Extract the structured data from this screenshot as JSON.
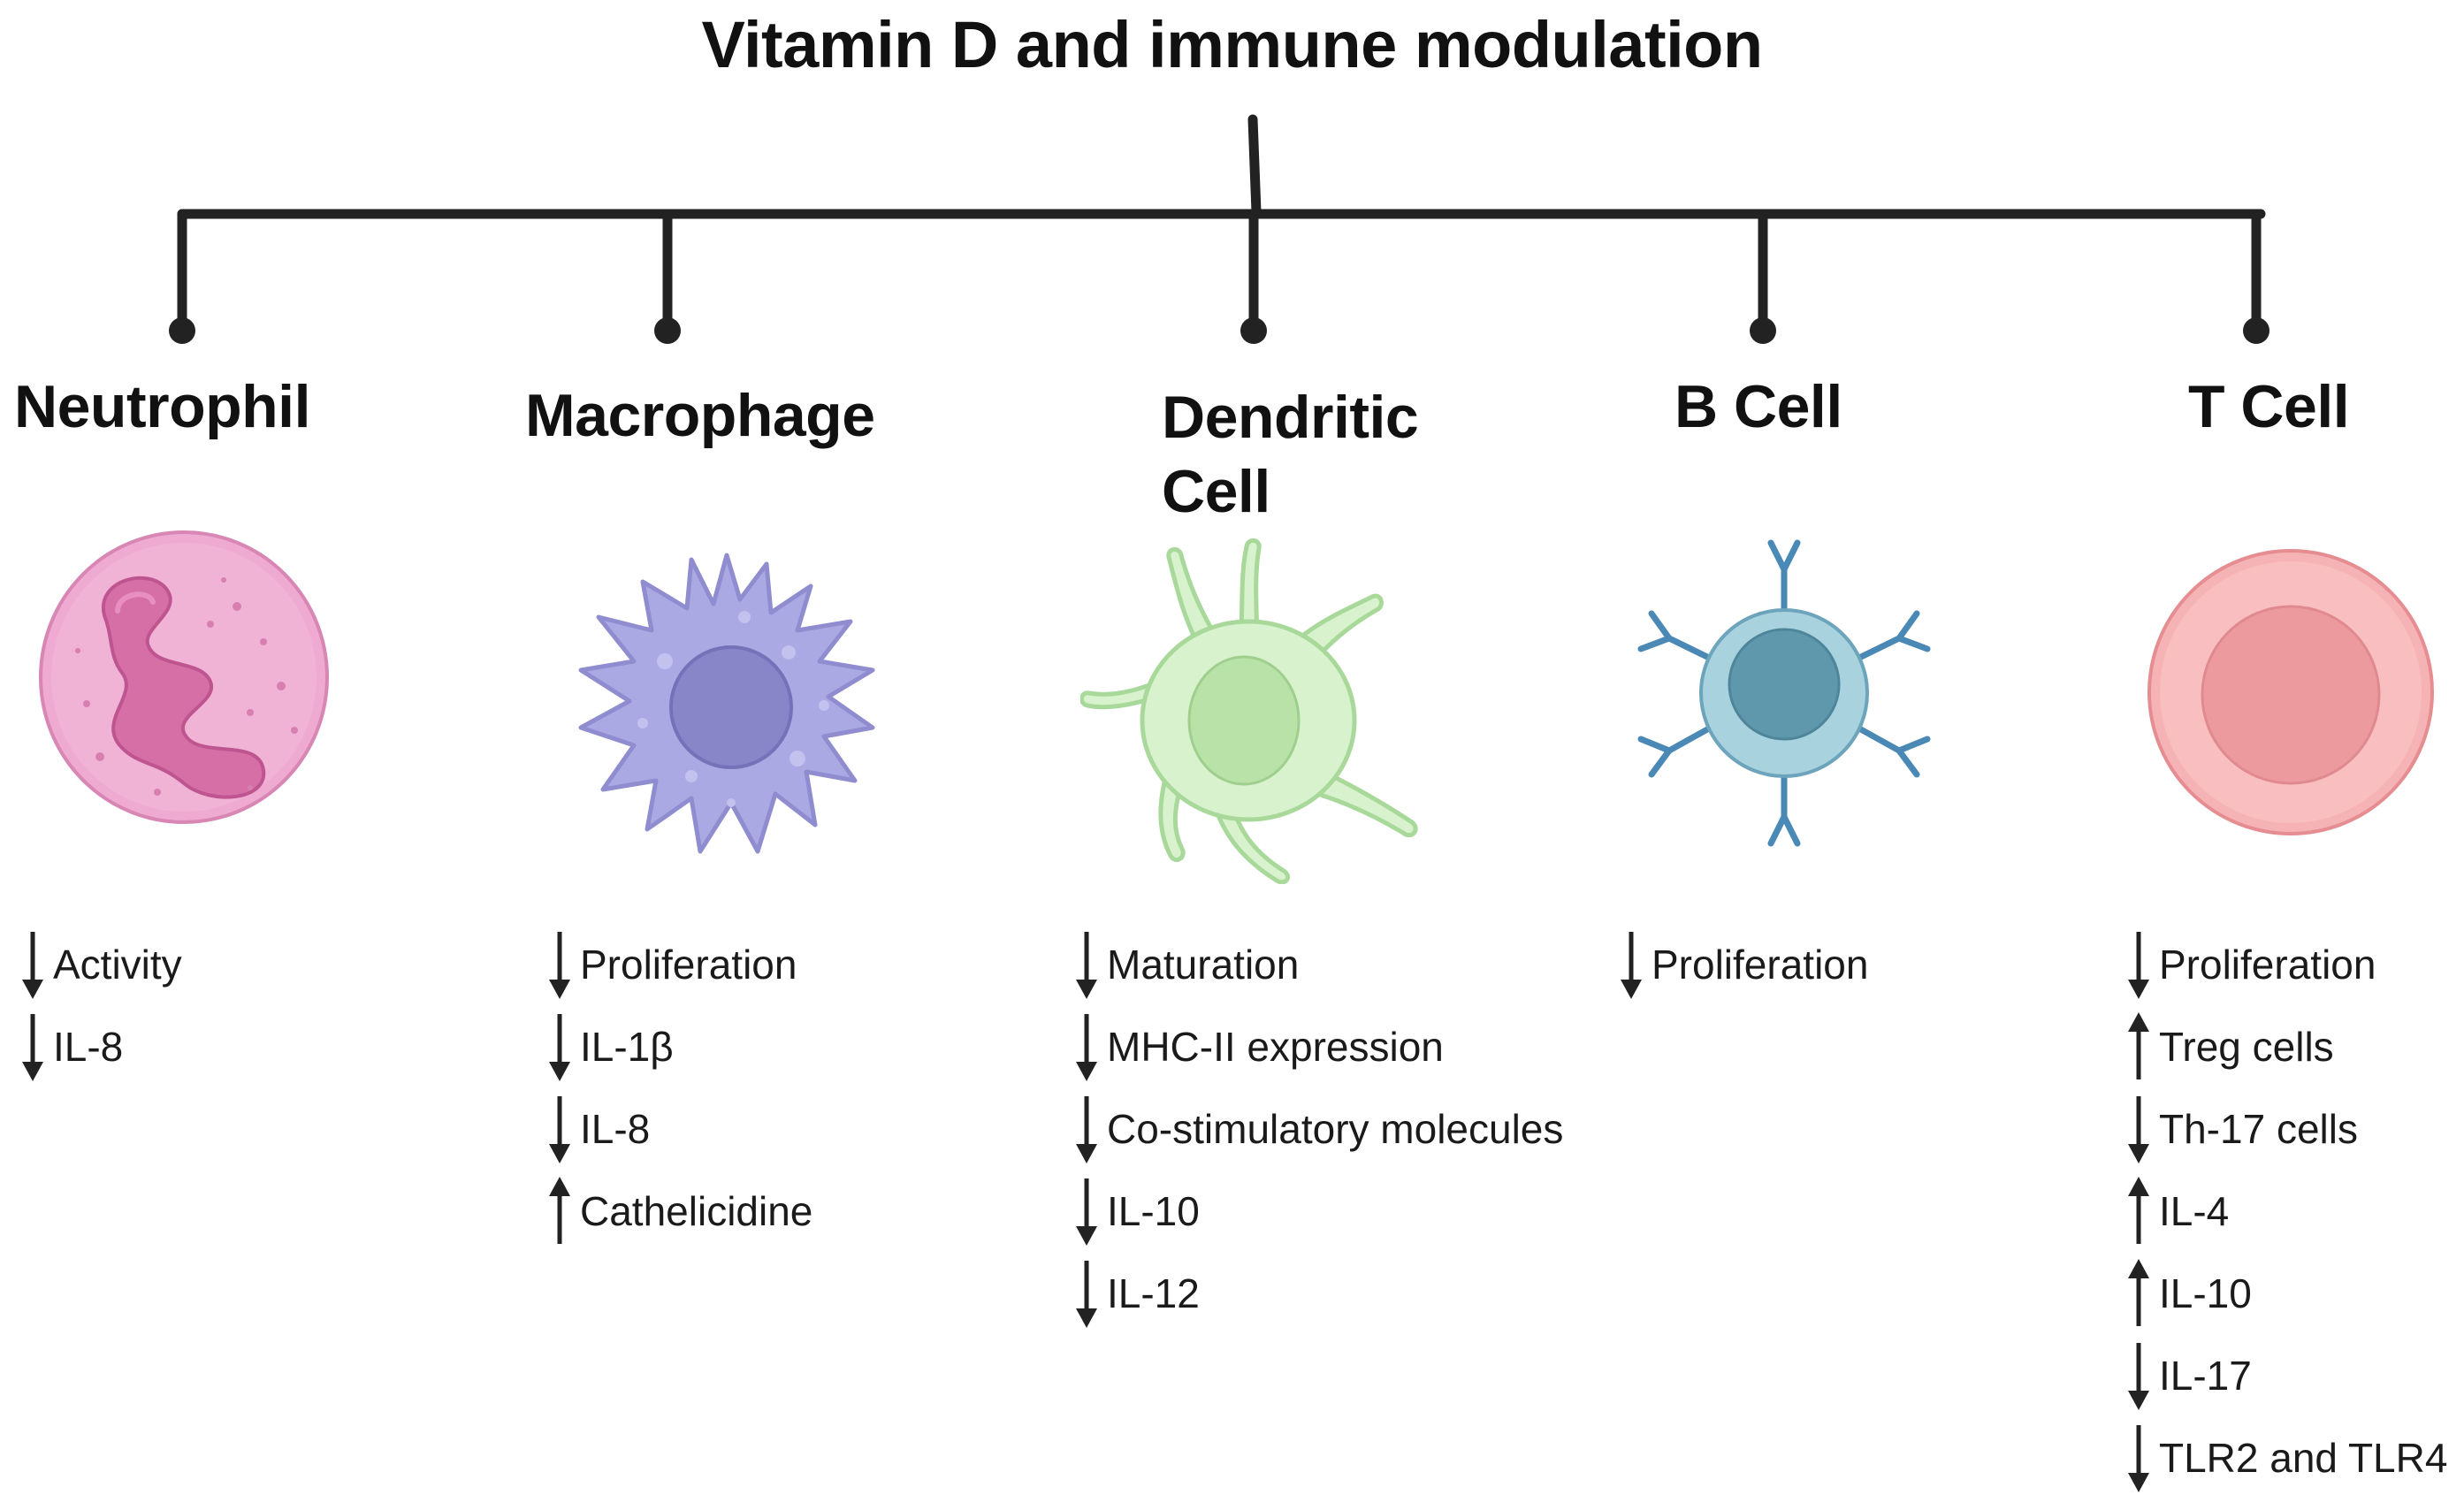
{
  "title": "Vitamin D and immune modulation",
  "cells": [
    {
      "label": "Neutrophil",
      "icon": "neutrophil-icon",
      "effects": [
        {
          "direction": "down",
          "text": "Activity"
        },
        {
          "direction": "down",
          "text": "IL-8"
        }
      ]
    },
    {
      "label": "Macrophage",
      "icon": "macrophage-icon",
      "effects": [
        {
          "direction": "down",
          "text": "Proliferation"
        },
        {
          "direction": "down",
          "text": "IL-1β"
        },
        {
          "direction": "down",
          "text": "IL-8"
        },
        {
          "direction": "up",
          "text": "Cathelicidine"
        }
      ]
    },
    {
      "label_line1": "Dendritic",
      "label_line2": "Cell",
      "icon": "dendritic-cell-icon",
      "effects": [
        {
          "direction": "down",
          "text": "Maturation"
        },
        {
          "direction": "down",
          "text": "MHC-II expression"
        },
        {
          "direction": "down",
          "text": "Co-stimulatory molecules"
        },
        {
          "direction": "down",
          "text": "IL-10"
        },
        {
          "direction": "down",
          "text": "IL-12"
        }
      ]
    },
    {
      "label": "B Cell",
      "icon": "b-cell-icon",
      "effects": [
        {
          "direction": "down",
          "text": "Proliferation"
        }
      ]
    },
    {
      "label": "T Cell",
      "icon": "t-cell-icon",
      "effects": [
        {
          "direction": "down",
          "text": "Proliferation"
        },
        {
          "direction": "up",
          "text": "Treg cells"
        },
        {
          "direction": "down",
          "text": "Th-17 cells"
        },
        {
          "direction": "up",
          "text": "IL-4"
        },
        {
          "direction": "up",
          "text": "IL-10"
        },
        {
          "direction": "down",
          "text": "IL-17"
        },
        {
          "direction": "down",
          "text": "TLR2 and TLR4"
        }
      ]
    }
  ],
  "colors": {
    "connector": "#222222",
    "neutrophil": "#e9a6cb",
    "macrophage": "#aba9e3",
    "dendritic": "#cdeec0",
    "b_cell": "#a9d3df",
    "t_cell": "#f4a8ab"
  }
}
